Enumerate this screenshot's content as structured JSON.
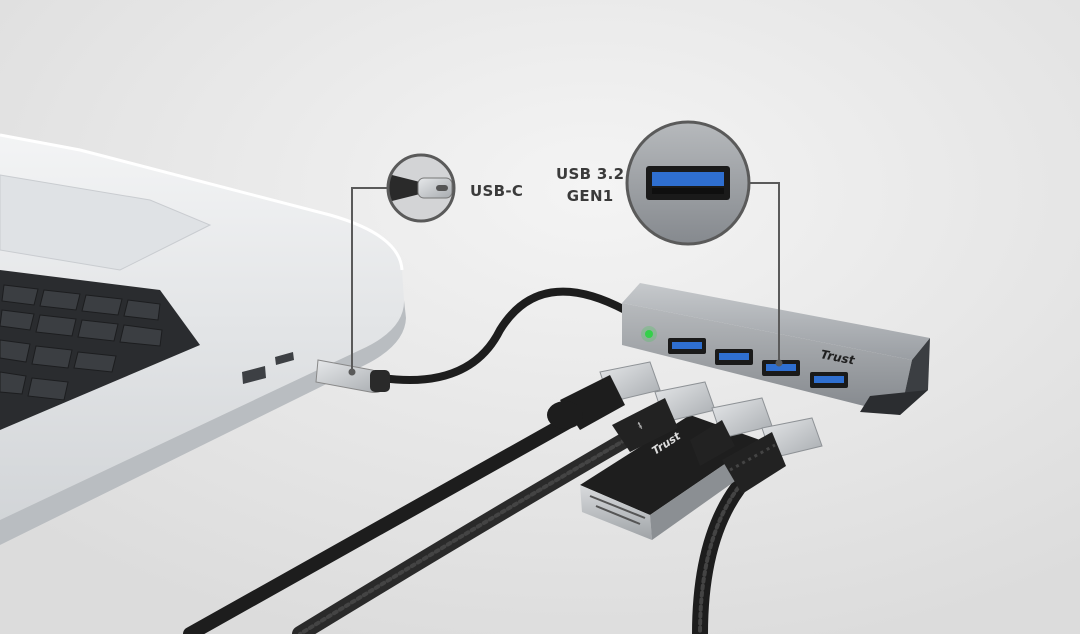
{
  "callouts": {
    "usb_c": {
      "label": "USB-C"
    },
    "usb_a": {
      "label_line1": "USB 3.2",
      "label_line2": "GEN1"
    }
  },
  "hub": {
    "brand": "Trust",
    "port_count": 4,
    "status_light": "on"
  },
  "card_reader": {
    "brand": "Trust"
  },
  "colors": {
    "background": "#e9e9e9",
    "callout_stroke": "#5a5a5a",
    "label_text": "#3a3a3a",
    "usb3_port_blue": "#2f6fd0",
    "status_led": "#35d04a",
    "cable": "#1d1d1d",
    "hub_body": "#9ea2a6"
  },
  "icons": [
    "laptop",
    "usb-c-cable",
    "usb-a-port",
    "usb-hub",
    "card-reader",
    "usb-a-plug",
    "usb-trident-icon"
  ]
}
